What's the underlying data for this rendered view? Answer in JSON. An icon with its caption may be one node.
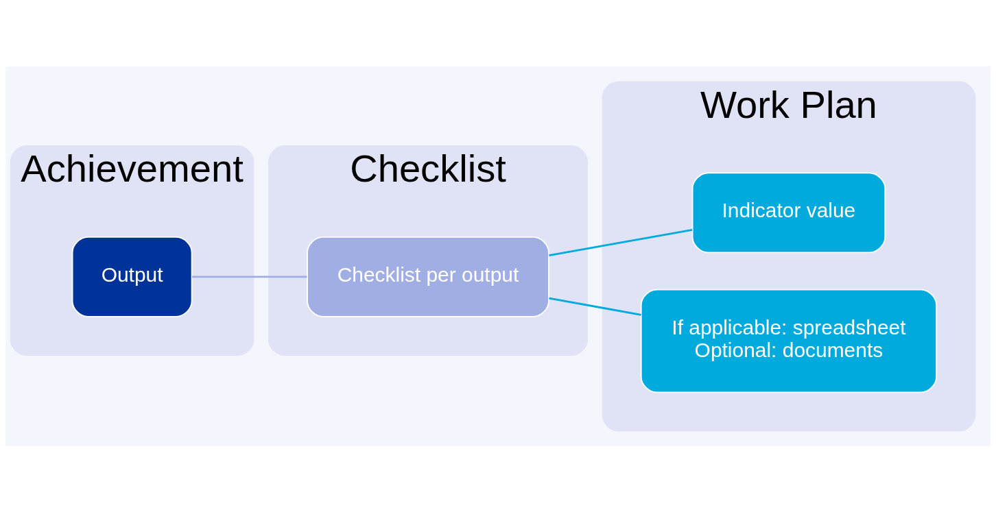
{
  "diagram": {
    "nodes": [
      {
        "text": [
          "Achievement"
        ]
      },
      {
        "text": [
          "Checklist"
        ]
      },
      {
        "text": [
          "Work Plan"
        ]
      },
      {
        "text": [
          "Output"
        ],
        "in": 0
      },
      {
        "text": [
          "Checklist per output"
        ],
        "in": 1
      },
      {
        "text": [
          "Indicator value"
        ],
        "in": 2
      },
      {
        "text": [
          "If applicable: spreadsheet",
          "Optional: documents"
        ],
        "in": 2
      }
    ],
    "edges": [
      {
        "from": 3,
        "to": 4,
        "arrow": "none",
        "color": "#a0aee3"
      },
      {
        "from": 4,
        "to": 5,
        "arrow": "none"
      },
      {
        "from": 4,
        "to": 6,
        "arrow": "none"
      }
    ]
  }
}
